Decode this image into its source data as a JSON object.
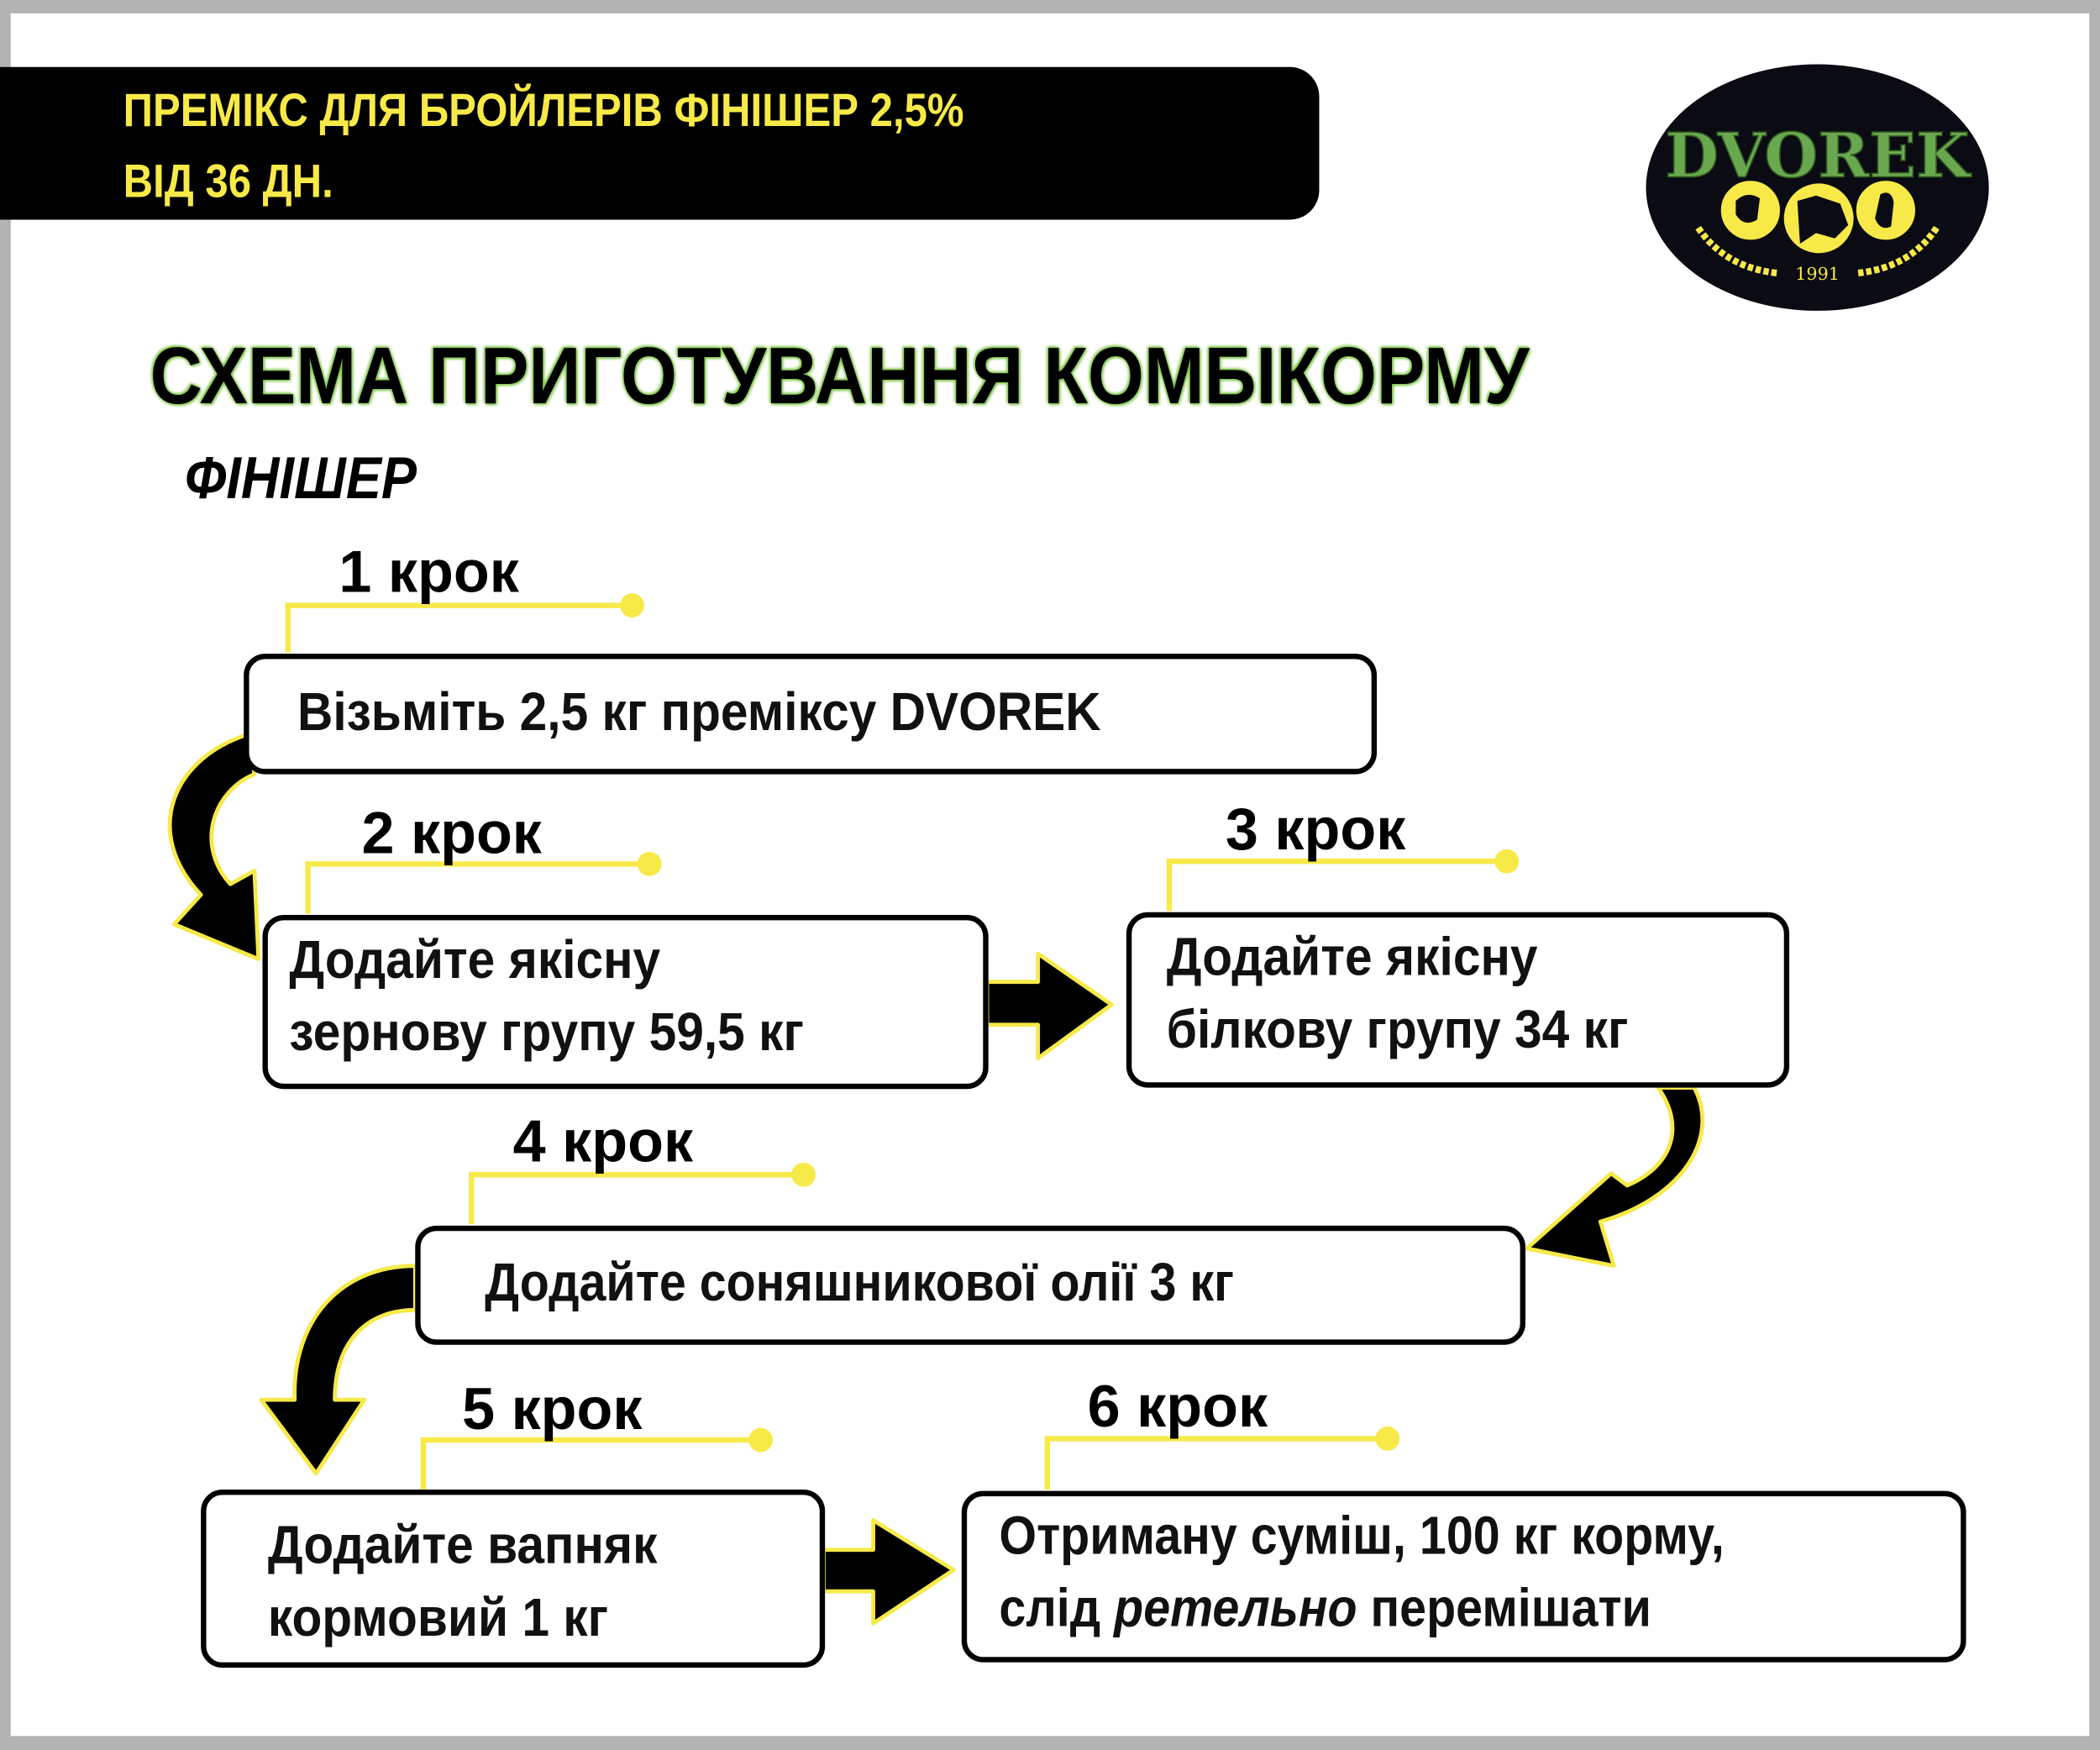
{
  "header": {
    "line1": "ПРЕМІКС ДЛЯ БРОЙЛЕРІВ ФІНІШЕР 2,5%",
    "line2": "ВІД 36 ДН."
  },
  "logo": {
    "brand": "DVOREK",
    "year": "1991"
  },
  "title": "СХЕМА ПРИГОТУВАННЯ КОМБІКОРМУ",
  "subtitle": "ФІНІШЕР",
  "steps": [
    {
      "label": "1 крок",
      "lines": [
        "Візьміть 2,5 кг  преміксу DVOREK"
      ]
    },
    {
      "label": "2 крок",
      "lines": [
        "Додайте якісну",
        "зернову групу 59,5 кг"
      ]
    },
    {
      "label": "3 крок",
      "lines": [
        "Додайте якісну",
        "білкову групу 34 кг"
      ]
    },
    {
      "label": "4 крок",
      "lines": [
        "Додайте соняшникової олії 3 кг"
      ]
    },
    {
      "label": "5 крок",
      "lines": [
        "Додайте вапняк",
        "кормовий 1 кг"
      ]
    },
    {
      "label": "6 крок",
      "lines": [
        "Отриману суміш, 100 кг корму,"
      ],
      "line2_parts": [
        "слід ",
        "ретельно",
        " перемішати"
      ]
    }
  ],
  "colors": {
    "accent_yellow": "#f7e948",
    "logo_green": "#6aa84f",
    "black": "#000000"
  }
}
